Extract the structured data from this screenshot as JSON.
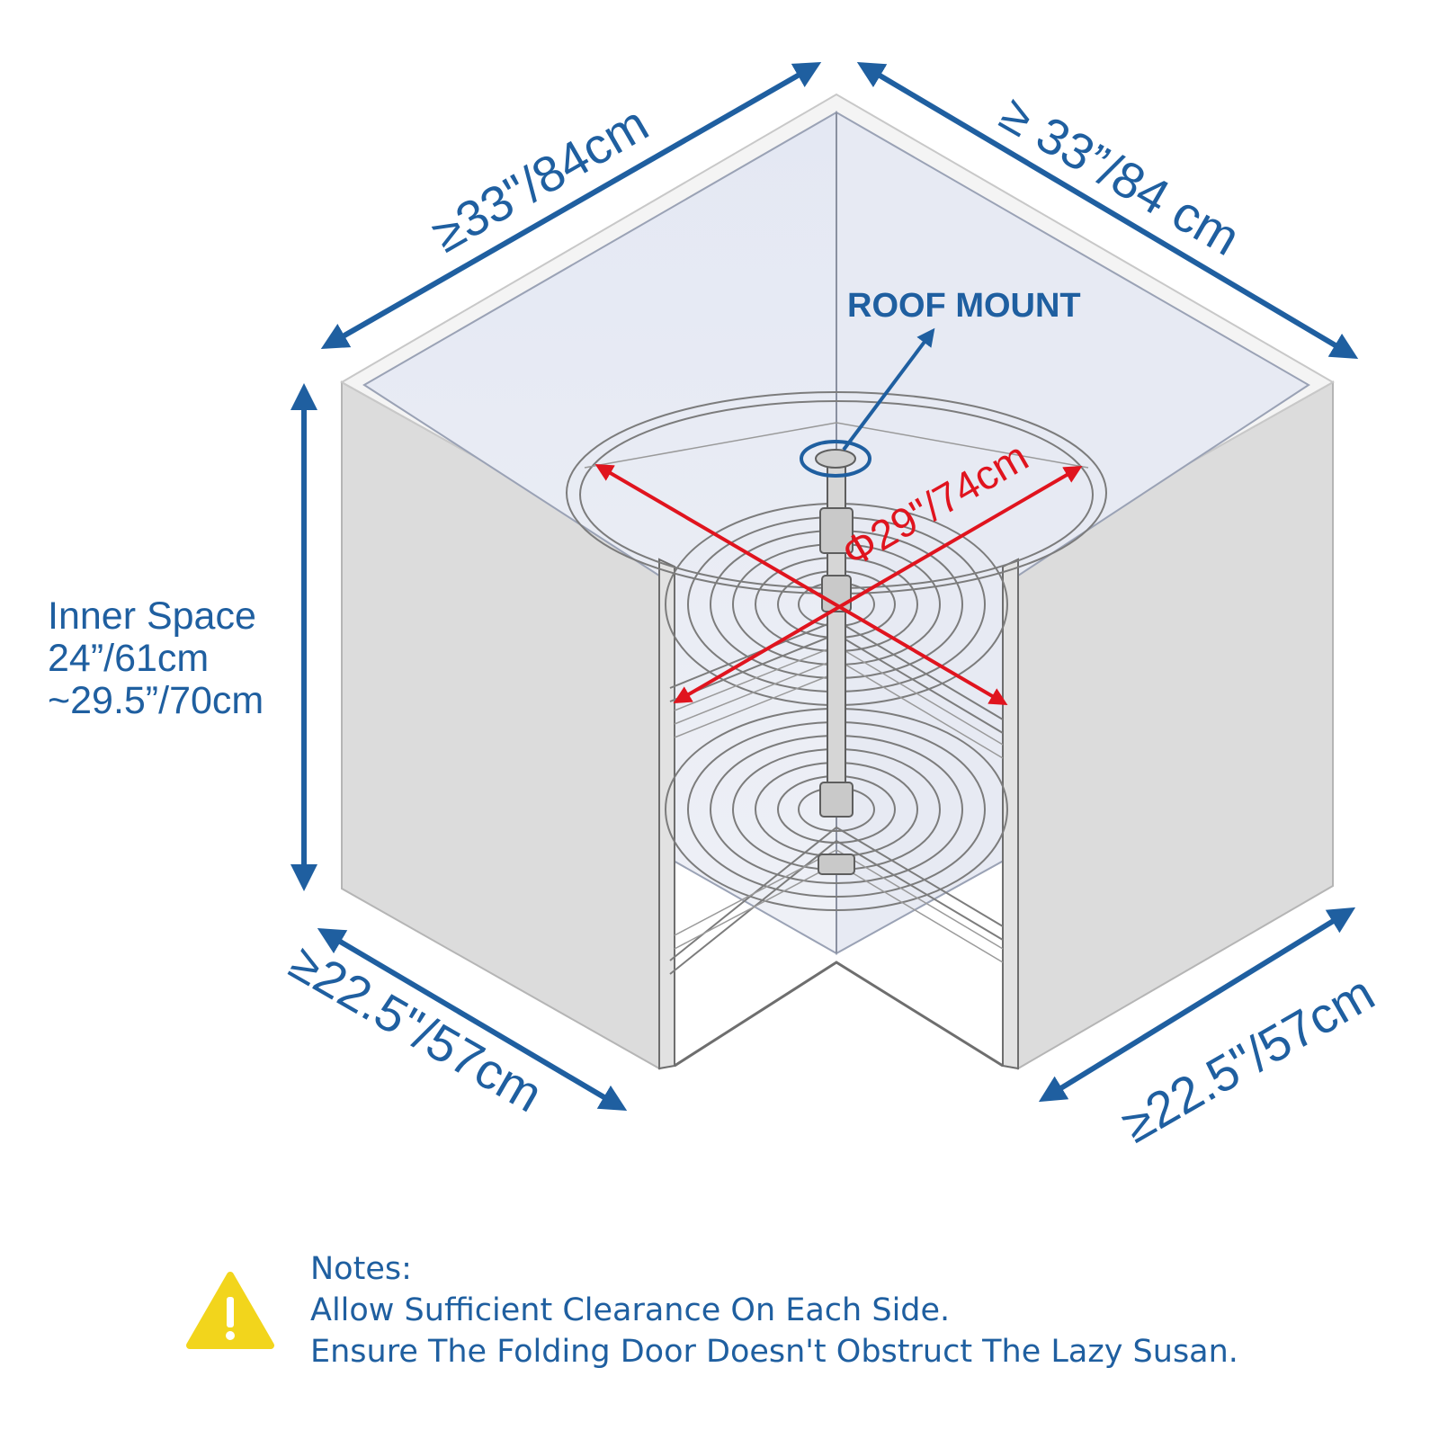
{
  "dimensions": {
    "top_left_width": "≥33\"/84cm",
    "top_right_width": "≥ 33”/84 cm",
    "inner_space_label": "Inner Space",
    "inner_space_min": "24”/61cm",
    "inner_space_max": "~29.5”/70cm",
    "bottom_left_depth": "≥22.5\"/57cm",
    "bottom_right_depth": "≥22.5\"/57cm",
    "diameter": "Φ29\"/74cm",
    "roof_mount": "ROOF MOUNT"
  },
  "notes": {
    "heading": "Notes:",
    "line1": "Allow Sufficient Clearance On Each Side.",
    "line2": "Ensure The Folding Door Doesn't Obstruct The Lazy Susan."
  },
  "icons": [
    "warning-icon"
  ],
  "colors": {
    "dimension_blue": "#1f5fa0",
    "diameter_red": "#e0141e",
    "warning_yellow": "#f2d51c",
    "cabinet_gray": "#dedede"
  }
}
